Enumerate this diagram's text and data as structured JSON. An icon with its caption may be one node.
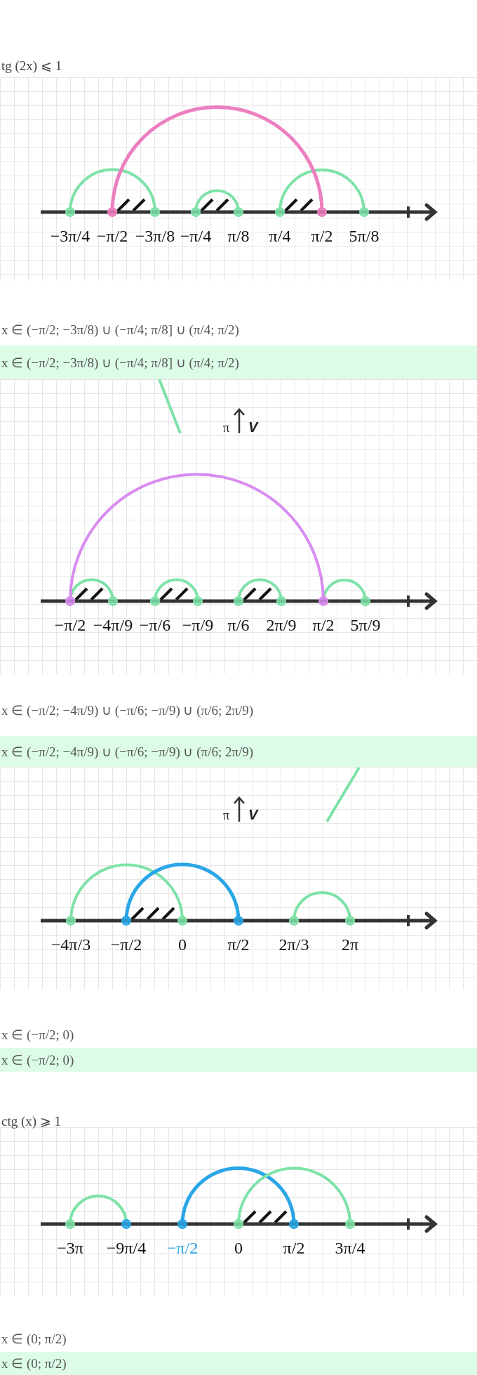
{
  "diagram": {
    "labels": [
      "tg (2x) ⩽ 1",
      "−3π/4",
      "−π/2",
      "−3π/8",
      "−π/4",
      "π/8",
      "π/4",
      "π/2",
      "5π/8",
      "x ∈ (−π/2; −3π/8) ∪ (−π/4; π/8] ∪ (π/4; π/2)",
      "x ∈ (−π/2; −3π/8) ∪ (−π/4; π/8] ∪ (π/4; π/2)",
      "π",
      "V",
      "−π/2",
      "−4π/9",
      "−π/6",
      "−π/9",
      "π/6",
      "2π/9",
      "π/2",
      "5π/9",
      "x ∈ (−π/2; −4π/9) ∪ (−π/6; −π/9) ∪ (π/6; 2π/9)",
      "x ∈ (−π/2; −4π/9) ∪ (−π/6; −π/9) ∪ (π/6; 2π/9)",
      "π",
      "V",
      "−4π/3",
      "−π/2",
      "0",
      "π/2",
      "2π/3",
      "2π",
      "x ∈ (−π/2; 0)",
      "x ∈ (−π/2; 0)",
      "ctg (x) ⩾ 1",
      "−3π",
      "−9π/4",
      "−π/2",
      "0",
      "π/2",
      "3π/4",
      "x ∈ (0; π/2)",
      "x ∈ (0; π/2)"
    ]
  }
}
